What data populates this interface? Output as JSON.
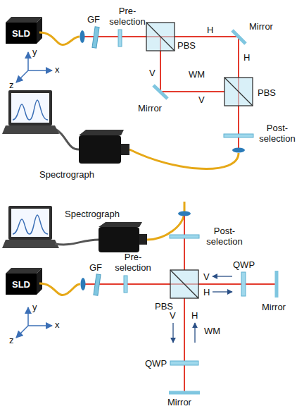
{
  "diagram": {
    "labels": [
      "SLD",
      "GF",
      "Pre- selection",
      "PBS",
      "H",
      "Mirror",
      "V",
      "WM",
      "H",
      "PBS",
      "Mirror",
      "V",
      "Post- selection",
      "Spectrograph",
      "y",
      "x",
      "z",
      "Spectrograph",
      "Post- selection",
      "SLD",
      "GF",
      "Pre- selection",
      "PBS",
      "QWP",
      "V",
      "H",
      "Mirror",
      "WM",
      "V",
      "H",
      "QWP",
      "Mirror",
      "y",
      "x",
      "z"
    ]
  }
}
